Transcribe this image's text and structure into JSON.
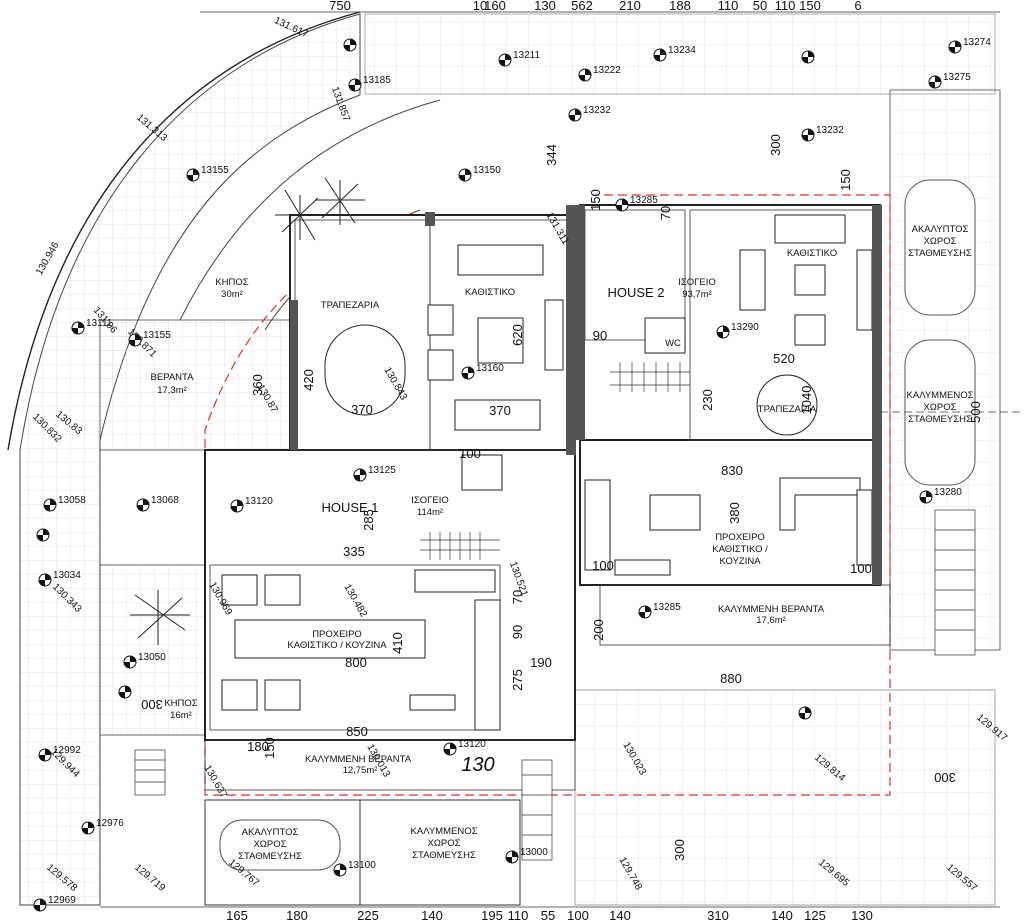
{
  "top_dimensions": [
    "750",
    "10",
    "160",
    "130",
    "562",
    "210",
    "188",
    "110",
    "50",
    "110",
    "150",
    "6"
  ],
  "bottom_dimensions": [
    "165",
    "180",
    "225",
    "140",
    "195",
    "110",
    "55",
    "100",
    "140",
    "310",
    "140",
    "125",
    "130"
  ],
  "boundary_elevations": [
    "131.617",
    "131.313",
    "131.857",
    "130.946",
    "131.06",
    "130.83",
    "130.343",
    "129.944",
    "129.578",
    "129.719",
    "129.767",
    "129.748",
    "129.695",
    "129.557",
    "130.023",
    "129.814",
    "129.917",
    "131.311",
    "130.87",
    "130.843",
    "130.969",
    "130.482",
    "130.521",
    "130.013",
    "130.637",
    "130.832",
    "130.871"
  ],
  "elevation_points": [
    "13274",
    "13211",
    "13234",
    "13222",
    "13275",
    "13185",
    "13232",
    "13232",
    "13155",
    "13150",
    "13285",
    "13111",
    "13155",
    "13290",
    "13160",
    "13125",
    "13058",
    "13068",
    "13120",
    "13280",
    "13034",
    "13285",
    "13050",
    "12992",
    "13120",
    "12976",
    "13100",
    "13000",
    "12969"
  ],
  "rooms": {
    "kipos_top": {
      "name": "ΚΗΠΟΣ",
      "area": "30m²"
    },
    "veranta_left": {
      "name": "ΒΕΡΑΝΤΑ",
      "area": "17,3m²"
    },
    "trapezaria_1": "ΤΡΑΠΕΖΑΡΙΑ",
    "kathistiko_1": "ΚΑΘΙΣΤΙΚΟ",
    "house1": "HOUSE 1",
    "isogeio_1": {
      "name": "ΙΣΟΓΕΙΟ",
      "area": "114m²"
    },
    "proxeiro_1": [
      "ΠΡΟΧΕΙΡΟ",
      "ΚΑΘΙΣΤΙΚΟ / ΚΟΥΖΙΝΑ"
    ],
    "kipos_bottom": {
      "name": "ΚΗΠΟΣ",
      "area": "16m²"
    },
    "kalymmeni_veranta_1": {
      "name": "ΚΑΛΥΜΜΕΝΗ ΒΕΡΑΝΤΑ",
      "area": "12,75m²"
    },
    "akalyptos_1": [
      "ΑΚΑΛΥΠΤΟΣ",
      "ΧΩΡΟΣ",
      "ΣΤΑΘΜΕΥΣΗΣ"
    ],
    "kalymmenos_bottom": [
      "ΚΑΛΥΜΜΕΝΟΣ",
      "ΧΩΡΟΣ",
      "ΣΤΑΘΜΕΥΣΗΣ"
    ],
    "house2": "HOUSE 2",
    "isogeio_2": {
      "name": "ΙΣΟΓΕΙΟ",
      "area": "93,7m²"
    },
    "wc": "WC",
    "kathistiko_2": "ΚΑΘΙΣΤΙΚΟ",
    "trapezaria_2": "ΤΡΑΠΕΖΑΡΙΑ",
    "proxeiro_2": [
      "ΠΡΟΧΕΙΡΟ",
      "ΚΑΘΙΣΤΙΚΟ /",
      "ΚΟΥΖΙΝΑ"
    ],
    "kalymmeni_veranta_2": {
      "name": "ΚΑΛΥΜΜΕΝΗ ΒΕΡΑΝΤΑ",
      "area": "17,6m²"
    },
    "akalyptos_right": [
      "ΑΚΑΛΥΠΤΟΣ",
      "ΧΩΡΟΣ",
      "ΣΤΑΘΜΕΥΣΗΣ"
    ],
    "kalymmenos_right": [
      "ΚΑΛΥΜΜΕΝΟΣ",
      "ΧΩΡΟΣ",
      "ΣΤΑΘΜΕΥΣΗΣ"
    ]
  },
  "interior_dimensions": [
    "344",
    "300",
    "150",
    "150",
    "70",
    "420",
    "360",
    "370",
    "620",
    "370",
    "90",
    "520",
    "230",
    "1040",
    "830",
    "380",
    "285",
    "335",
    "410",
    "800",
    "90",
    "70",
    "275",
    "190",
    "850",
    "200",
    "880",
    "150",
    "180",
    "300",
    "500",
    "100",
    "100",
    "100"
  ],
  "level_marks": [
    "300",
    "300"
  ],
  "big_mark": "130",
  "colors": {
    "line": "#222222",
    "grid": "#c9c9c9",
    "boundary": "#e03030"
  }
}
